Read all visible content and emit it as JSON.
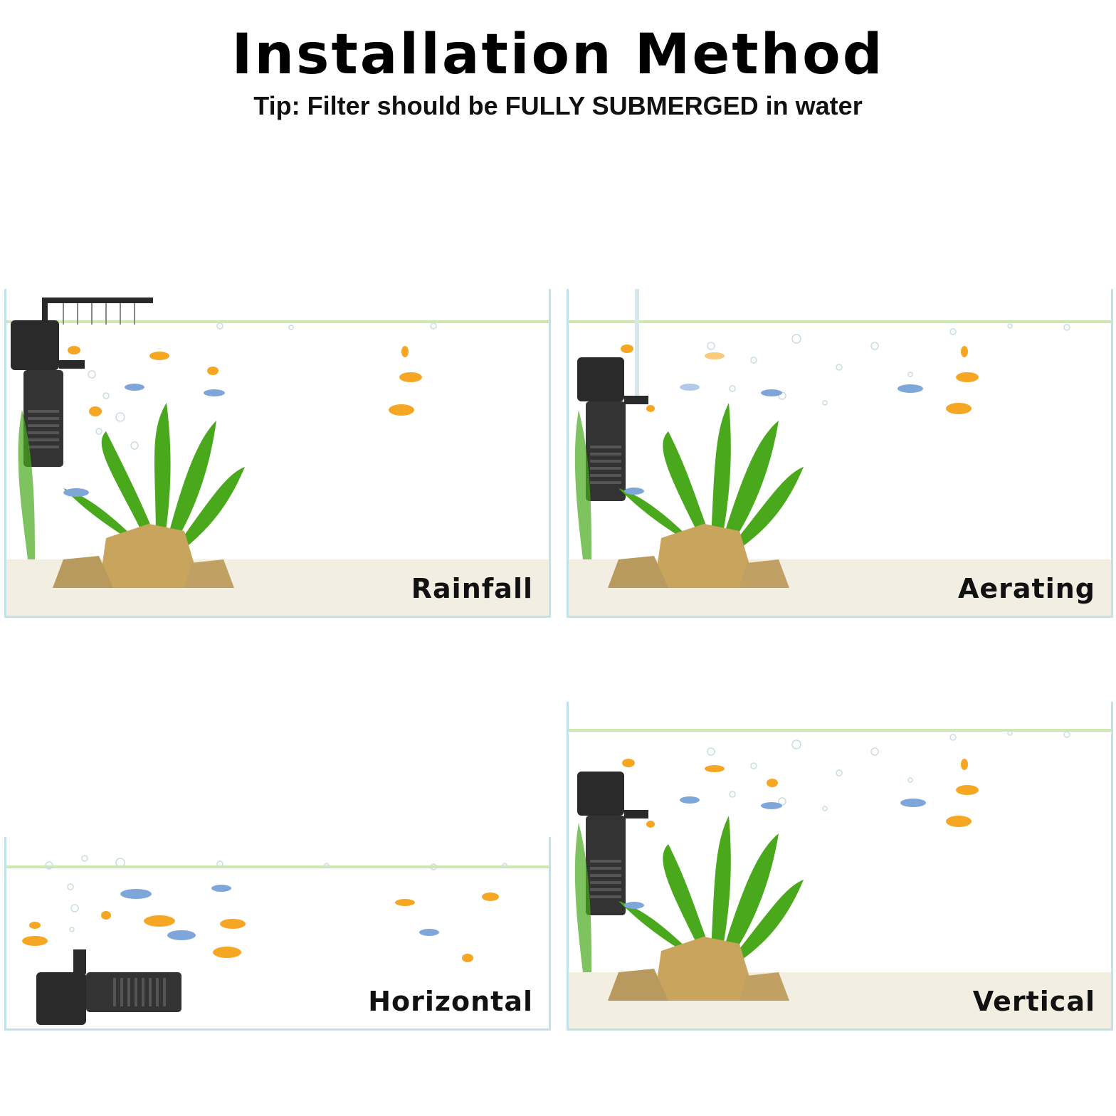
{
  "header": {
    "title": "Installation Method",
    "subtitle": "Tip: Filter should be FULLY SUBMERGED in water"
  },
  "panels": [
    {
      "label": "Rainfall"
    },
    {
      "label": "Aerating"
    },
    {
      "label": "Horizontal"
    },
    {
      "label": "Vertical"
    }
  ],
  "icons": {
    "filter": "aquarium-filter-icon",
    "plant": "aquatic-plant-icon",
    "rock": "rock-icon",
    "fish": "goldfish-icon"
  },
  "colors": {
    "tank_border": "#bfe3ea",
    "plant_green": "#49a81c",
    "filter_black": "#2a2a2a",
    "goldfish": "#f5a623",
    "sand": "#ece7d4"
  }
}
